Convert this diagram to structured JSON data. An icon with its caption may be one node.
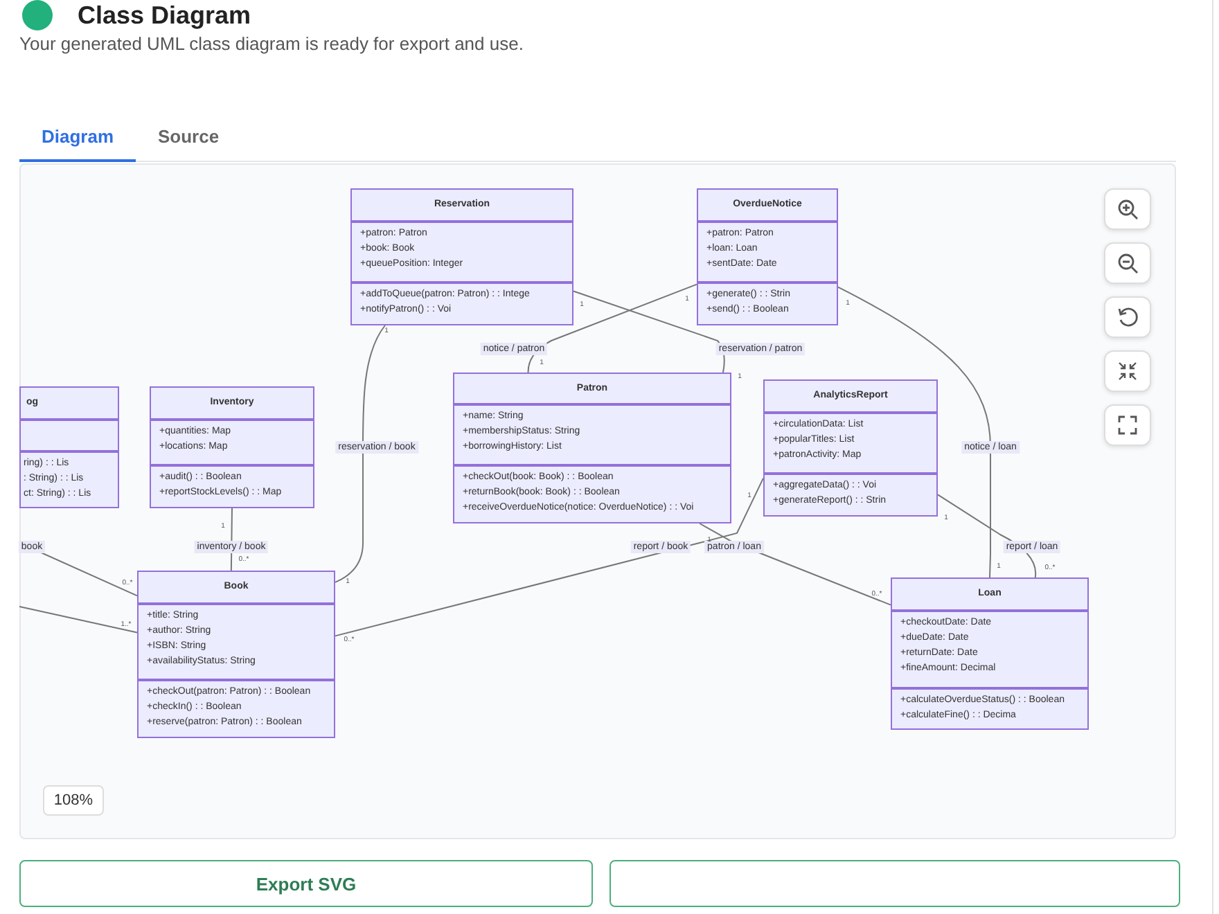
{
  "diagram": {
    "title": "Class Diagram",
    "nodes": [
      {
        "text": [
          "Reservation",
          "+patron: Patron",
          "+book: Book",
          "+queuePosition: Integer",
          "+addToQueue(patron: Patron) : : Intege",
          "+notifyPatron() : : Voi"
        ]
      },
      {
        "text": [
          "OverdueNotice",
          "+patron: Patron",
          "+loan: Loan",
          "+sentDate: Date",
          "+generate() : : Strin",
          "+send() : : Boolean"
        ]
      },
      {
        "text": [
          "og",
          "ring) : : Lis",
          ": String) : : Lis",
          "ct: String) : : Lis"
        ]
      },
      {
        "text": [
          "Inventory",
          "+quantities: Map",
          "+locations: Map",
          "+audit() : : Boolean",
          "+reportStockLevels() : : Map"
        ]
      },
      {
        "text": [
          "Patron",
          "+name: String",
          "+membershipStatus: String",
          "+borrowingHistory: List",
          "+checkOut(book: Book) : : Boolean",
          "+returnBook(book: Book) : : Boolean",
          "+receiveOverdueNotice(notice: OverdueNotice) : : Voi"
        ]
      },
      {
        "text": [
          "AnalyticsReport",
          "+circulationData: List",
          "+popularTitles: List",
          "+patronActivity: Map",
          "+aggregateData() : : Voi",
          "+generateReport() : : Strin"
        ]
      },
      {
        "text": [
          "Book",
          "+title: String",
          "+author: String",
          "+ISBN: String",
          "+availabilityStatus: String",
          "+checkOut(patron: Patron) : : Boolean",
          "+checkIn() : : Boolean",
          "+reserve(patron: Patron) : : Boolean"
        ]
      },
      {
        "text": [
          "Loan",
          "+checkoutDate: Date",
          "+dueDate: Date",
          "+returnDate: Date",
          "+fineAmount: Decimal",
          "+calculateOverdueStatus() : : Boolean",
          "+calculateFine() : : Decima"
        ]
      }
    ],
    "edges": [
      {
        "from": 1,
        "to": 4,
        "arrow": "none",
        "label": "notice / patron"
      },
      {
        "from": 0,
        "to": 4,
        "arrow": "none",
        "label": "reservation / patron"
      },
      {
        "from": 0,
        "to": 6,
        "arrow": "none",
        "label": "reservation / book"
      },
      {
        "from": 3,
        "to": 6,
        "arrow": "none",
        "label": "inventory / book"
      },
      {
        "from": null,
        "to": 6,
        "arrow": "none",
        "label": "book"
      },
      {
        "from": 5,
        "to": 6,
        "arrow": "none",
        "label": "report / book"
      },
      {
        "from": 4,
        "to": 7,
        "arrow": "none",
        "label": "patron / loan"
      },
      {
        "from": 1,
        "to": 7,
        "arrow": "none",
        "label": "notice / loan"
      },
      {
        "from": 5,
        "to": 7,
        "arrow": "none",
        "label": "report / loan"
      },
      {
        "from": null,
        "to": 6,
        "arrow": "none"
      }
    ],
    "labels": [
      "Your generated UML class diagram is ready for export and use.",
      "Diagram",
      "Source",
      "1",
      "1",
      "1",
      "1",
      "1",
      "1",
      "1",
      "1",
      "1",
      "1",
      "1",
      "1",
      "0..*",
      "0..*",
      "1..*",
      "0..*",
      "0..*",
      "0..*",
      "108%",
      "Export SVG"
    ]
  }
}
